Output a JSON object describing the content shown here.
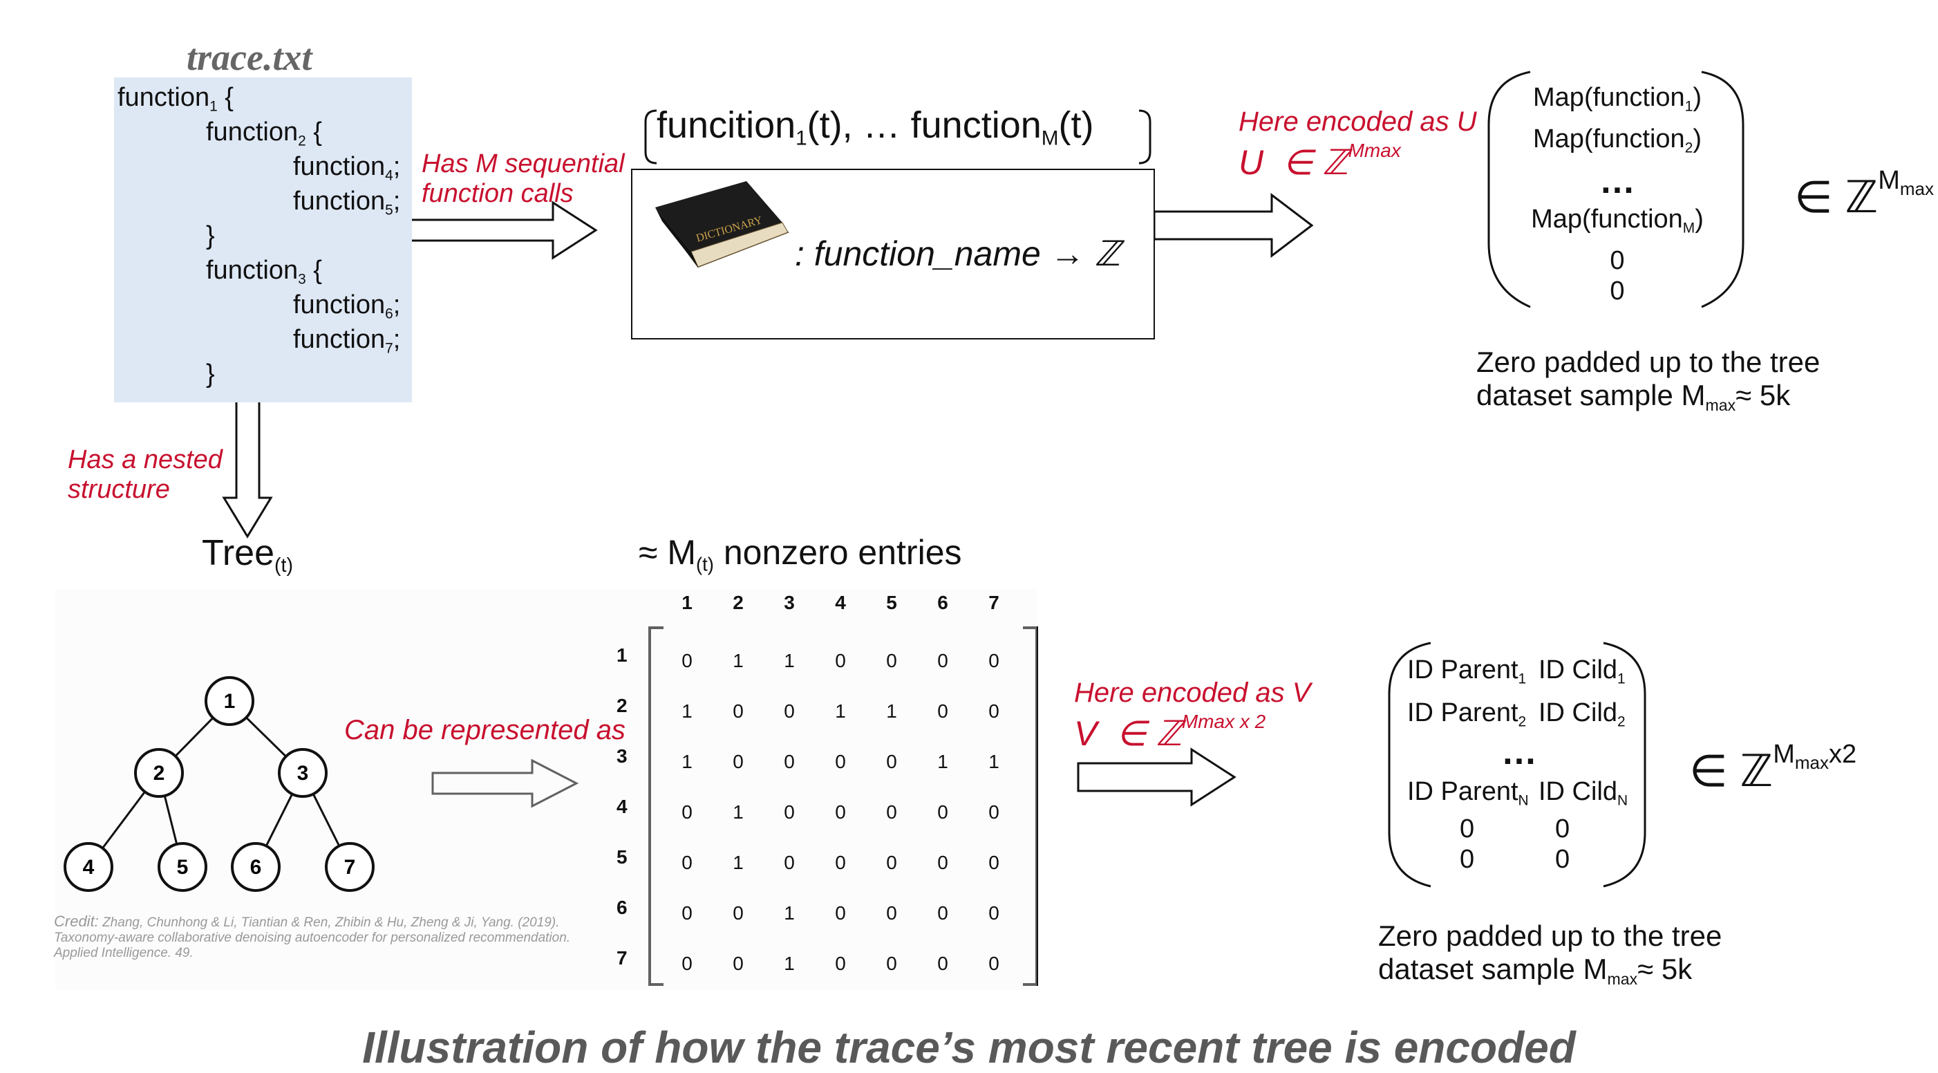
{
  "trace": {
    "title": "trace.txt",
    "lines": [
      {
        "name": "function",
        "sub": "1",
        "tail": " {"
      },
      {
        "name": "function",
        "sub": "2",
        "tail": " {"
      },
      {
        "name": "function",
        "sub": "4",
        "tail": ";"
      },
      {
        "name": "function",
        "sub": "5",
        "tail": ";"
      },
      {
        "name": "",
        "sub": "",
        "tail": "}"
      },
      {
        "name": "function",
        "sub": "3",
        "tail": " {"
      },
      {
        "name": "function",
        "sub": "6",
        "tail": ";"
      },
      {
        "name": "function",
        "sub": "7",
        "tail": ";"
      },
      {
        "name": "",
        "sub": "",
        "tail": "}"
      }
    ]
  },
  "labels": {
    "has_m_calls_1": "Has M sequential",
    "has_m_calls_2": "function calls",
    "has_nested_1": "Has a nested",
    "has_nested_2": "structure",
    "tree": "Tree",
    "tree_sub": "(t)",
    "can_be_represented": "Can be represented as",
    "encoded_u": "Here encoded as U",
    "u_symbol": "U",
    "encoded_v": "Here encoded as V",
    "v_symbol": "V",
    "elem_of": "∈",
    "integers": "ℤ",
    "u_exp": "Mmax",
    "v_exp": "Mmax x 2",
    "set_right_top_exp": "M",
    "set_right_top_sub": "max",
    "set_right_bottom_exp": "M",
    "set_right_bottom_sub": "max",
    "set_right_bottom_tail": "x2"
  },
  "sequence": {
    "part1": "funcition",
    "sub1": "1",
    "part2": "(t),  …  function",
    "subM": "M",
    "part3": "(t)"
  },
  "dictionary": {
    "book_text": "DICTIONARY",
    "mapping": ": function_name → ℤ"
  },
  "u_vector": {
    "items": [
      {
        "text": "Map(function",
        "sub": "1",
        "tail": ")"
      },
      {
        "text": "Map(function",
        "sub": "2",
        "tail": ")"
      },
      {
        "text": "…",
        "sub": "",
        "tail": ""
      },
      {
        "text": "Map(function",
        "sub": "M",
        "tail": ")"
      },
      {
        "text": "0",
        "sub": "",
        "tail": ""
      },
      {
        "text": "0",
        "sub": "",
        "tail": ""
      }
    ],
    "note_1": "Zero padded up to the tree",
    "note_2a": "dataset sample M",
    "note_2sub": "max",
    "note_2b": "≈ 5k"
  },
  "matrix": {
    "title_a": "≈ M",
    "title_sub": "(t)",
    "title_b": " nonzero entries",
    "col_headers": [
      "1",
      "2",
      "3",
      "4",
      "5",
      "6",
      "7"
    ],
    "row_headers": [
      "1",
      "2",
      "3",
      "4",
      "5",
      "6",
      "7"
    ],
    "rows": [
      [
        "0",
        "1",
        "1",
        "0",
        "0",
        "0",
        "0"
      ],
      [
        "1",
        "0",
        "0",
        "1",
        "1",
        "0",
        "0"
      ],
      [
        "1",
        "0",
        "0",
        "0",
        "0",
        "1",
        "1"
      ],
      [
        "0",
        "1",
        "0",
        "0",
        "0",
        "0",
        "0"
      ],
      [
        "0",
        "1",
        "0",
        "0",
        "0",
        "0",
        "0"
      ],
      [
        "0",
        "0",
        "1",
        "0",
        "0",
        "0",
        "0"
      ],
      [
        "0",
        "0",
        "1",
        "0",
        "0",
        "0",
        "0"
      ]
    ]
  },
  "tree_nodes": [
    "1",
    "2",
    "3",
    "4",
    "5",
    "6",
    "7"
  ],
  "v_matrix": {
    "rows": [
      {
        "a": "ID Parent",
        "asub": "1",
        "b": "ID Cild",
        "bsub": "1"
      },
      {
        "a": "ID Parent",
        "asub": "2",
        "b": "ID Cild",
        "bsub": "2"
      },
      {
        "a": "…",
        "asub": "",
        "b": "",
        "bsub": ""
      },
      {
        "a": "ID Parent",
        "asub": "N",
        "b": "ID Cild",
        "bsub": "N"
      },
      {
        "a": "0",
        "asub": "",
        "b": "0",
        "bsub": ""
      },
      {
        "a": "0",
        "asub": "",
        "b": "0",
        "bsub": ""
      }
    ],
    "note_1": "Zero padded up to the tree",
    "note_2a": "dataset sample M",
    "note_2sub": "max",
    "note_2b": "≈ 5k"
  },
  "credit": {
    "lead": "Credit:",
    "text": " Zhang, Chunhong & Li, Tiantian & Ren, Zhibin & Hu, Zheng & Ji, Yang. (2019). Taxonomy-aware collaborative denoising autoencoder for personalized recommendation. Applied Intelligence. 49."
  },
  "caption": "Illustration of how the trace’s most recent tree is encoded",
  "colors": {
    "red": "#c8102e",
    "code_bg": "#dee8f5",
    "caption": "#595959"
  }
}
